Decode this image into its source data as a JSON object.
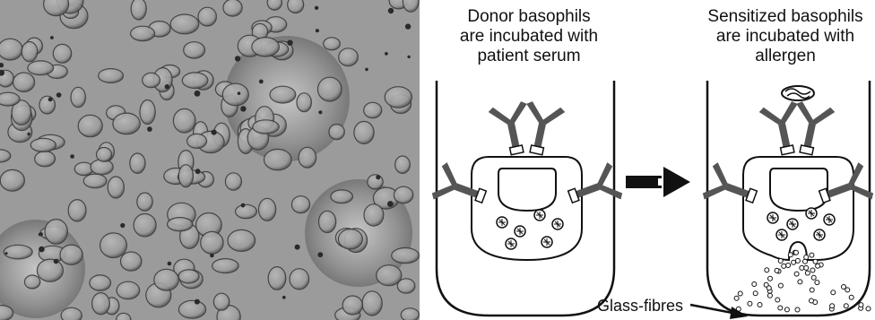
{
  "panels": {
    "left_caption": [
      "Donor basophils",
      "are incubated with",
      "patient serum"
    ],
    "right_caption": [
      "Sensitized basophils",
      "are incubated with",
      "allergen"
    ],
    "glass_label": "Glass-fibres"
  },
  "icons": {
    "micrograph": "basophil-micrograph",
    "arrow": "process-arrow",
    "allergen": "allergen-icon"
  },
  "colors": {
    "antibody": "#555555",
    "outline": "#111111",
    "micrograph_bg": "#9a9a9a"
  }
}
